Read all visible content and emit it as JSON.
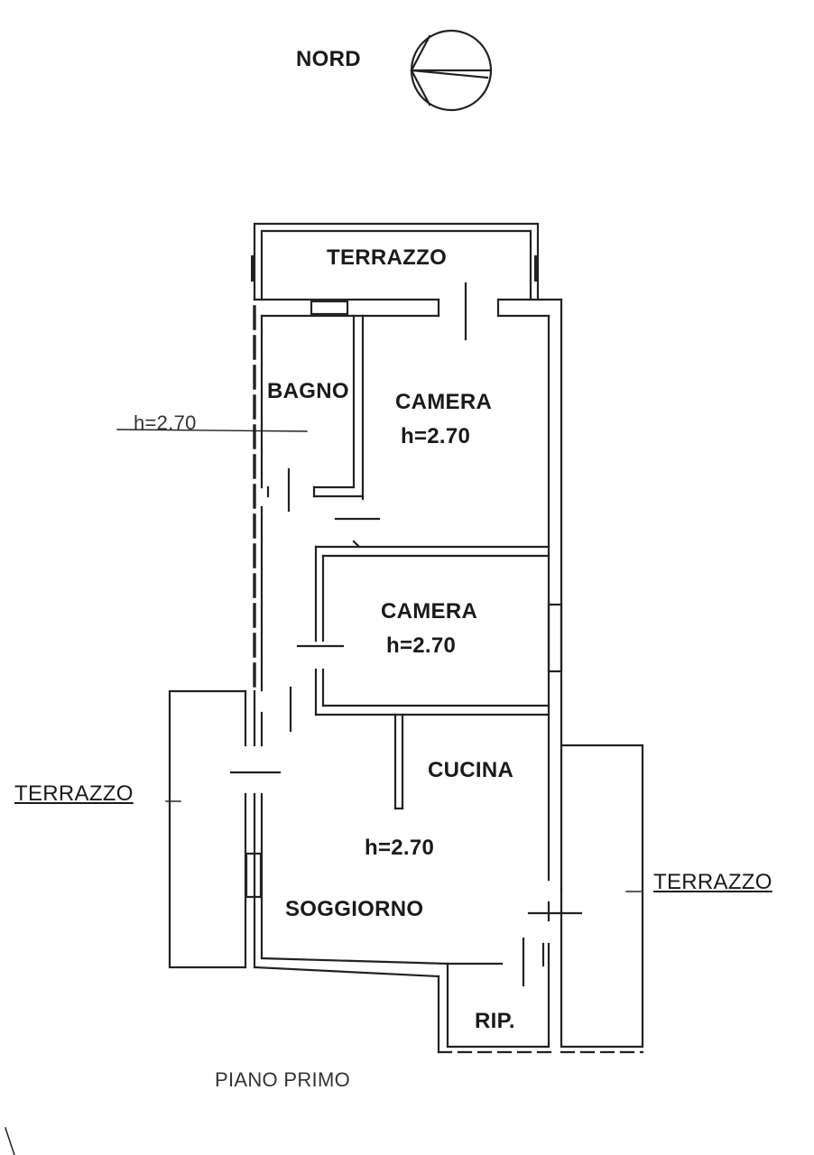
{
  "plan": {
    "north_label": "NORD",
    "floor_label": "PIANO PRIMO",
    "rooms": {
      "terrazzo_top": "TERRAZZO",
      "bagno": "BAGNO",
      "camera1": "CAMERA",
      "camera1_h": "h=2.70",
      "camera2": "CAMERA",
      "camera2_h": "h=2.70",
      "cucina": "CUCINA",
      "soggiorno_h": "h=2.70",
      "soggiorno": "SOGGIORNO",
      "rip": "RIP.",
      "terrazzo_left": "TERRAZZO",
      "terrazzo_right": "TERRAZZO",
      "bagno_h": "h=2.70"
    }
  }
}
